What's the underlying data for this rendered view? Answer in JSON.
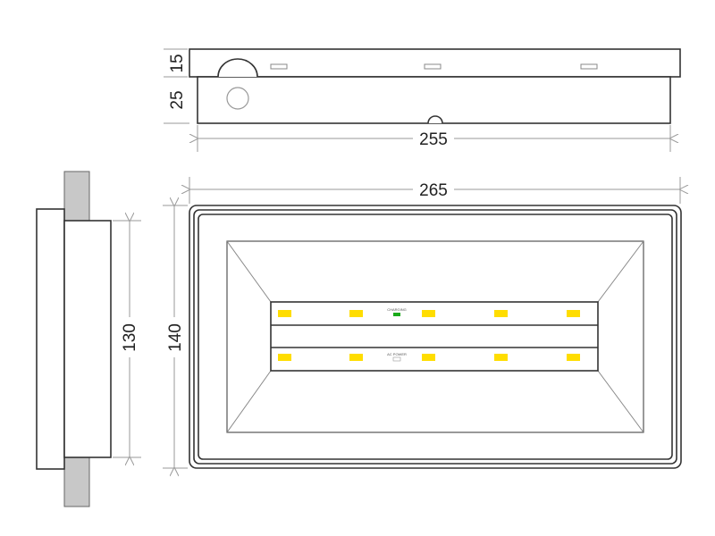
{
  "dimensions": {
    "top_plate_height": "15",
    "body_depth": "25",
    "body_width": "255",
    "overall_width": "265",
    "overall_height": "140",
    "side_body_height": "130"
  },
  "indicators": {
    "charging_label": "CHARGING",
    "ac_power_label": "AC POWER"
  },
  "colors": {
    "led": "#ffdd00",
    "charging": "#1aaa1a",
    "wall": "#c8c8c8"
  }
}
